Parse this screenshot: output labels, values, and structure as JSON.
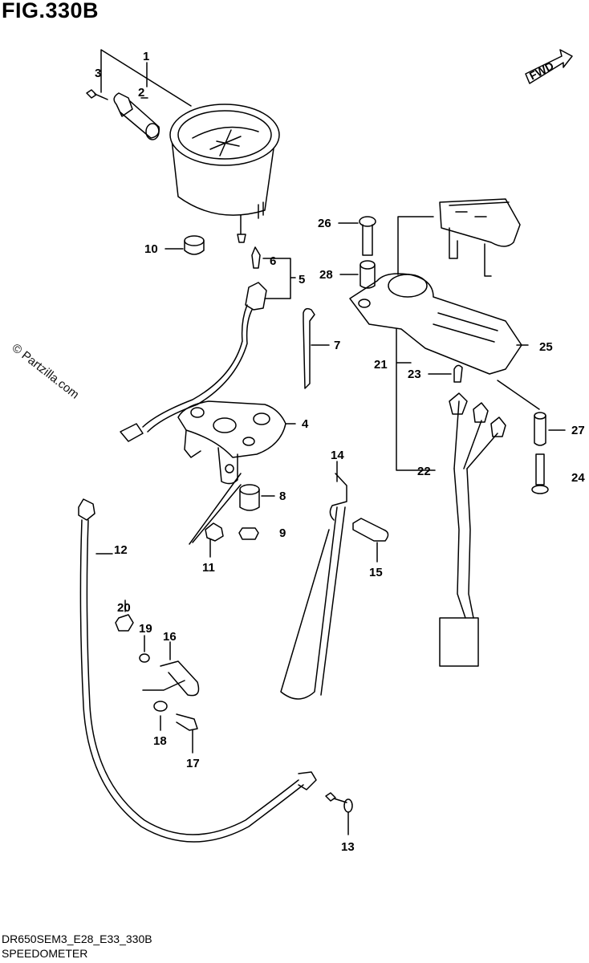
{
  "figure": {
    "title": "FIG.330B",
    "model_code": "DR650SEM3_E28_E33_330B",
    "section_name": "SPEEDOMETER",
    "watermark": "© Partzilla.com",
    "fwd_label": "FWD"
  },
  "callouts": {
    "c1": "1",
    "c2": "2",
    "c3": "3",
    "c4": "4",
    "c5": "5",
    "c6": "6",
    "c7": "7",
    "c8": "8",
    "c9": "9",
    "c10": "10",
    "c11": "11",
    "c12": "12",
    "c13": "13",
    "c14": "14",
    "c15": "15",
    "c16": "16",
    "c17": "17",
    "c18": "18",
    "c19": "19",
    "c20": "20",
    "c21": "21",
    "c22": "22",
    "c23": "23",
    "c24": "24",
    "c25": "25",
    "c26": "26",
    "c27": "27",
    "c28": "28"
  },
  "colors": {
    "line": "#000000",
    "background": "#ffffff"
  }
}
